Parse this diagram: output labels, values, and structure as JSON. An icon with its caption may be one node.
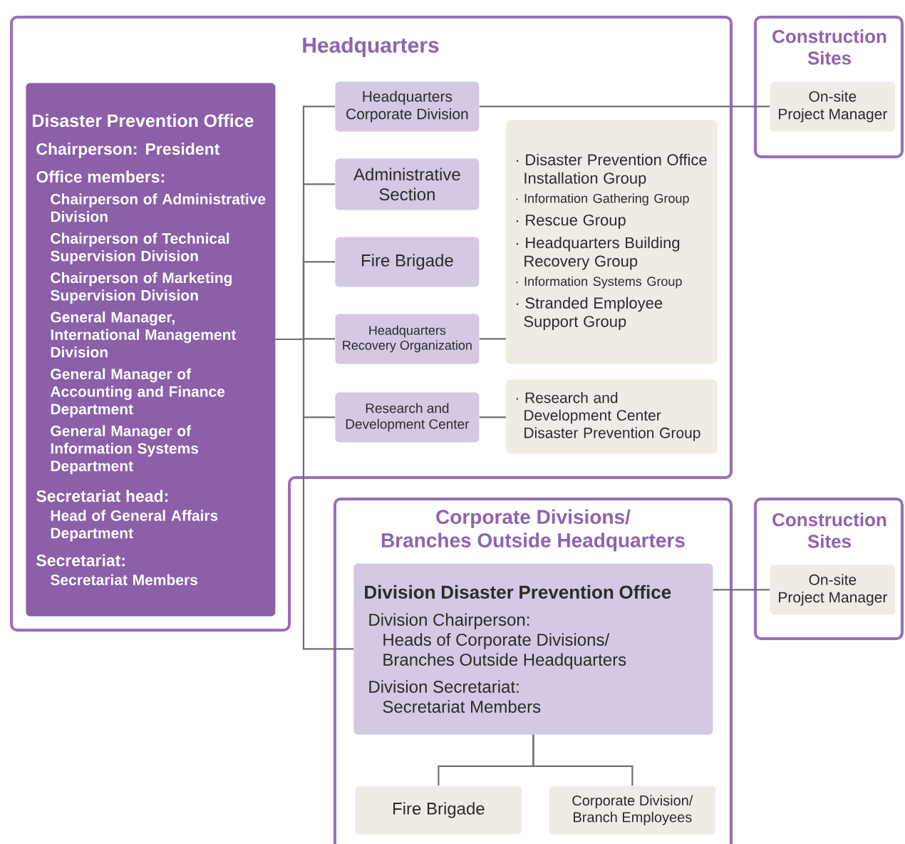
{
  "diagram": {
    "nodes": [
      {
        "text": [
          "Headquarters"
        ]
      },
      {
        "text": [
          "Disaster Prevention Office",
          "Chairperson: President",
          "Office members:",
          "Chairperson of Administrative Division",
          "Chairperson of Technical Supervision Division",
          "Chairperson of Marketing Supervision Division",
          "General Manager, International Management Division",
          "General Manager of Accounting and Finance Department",
          "General Manager of Information Systems Department",
          "Secretariat head:",
          "Head of General Affairs Department",
          "Secretariat:",
          "Secretariat Members"
        ],
        "in": 0
      },
      {
        "text": [
          "Headquarters Corporate Division"
        ],
        "in": 0
      },
      {
        "text": [
          "Administrative Section"
        ],
        "in": 0
      },
      {
        "text": [
          "Fire Brigade"
        ],
        "in": 0
      },
      {
        "text": [
          "Headquarters Recovery Organization"
        ],
        "in": 0
      },
      {
        "text": [
          "Research and Development Center"
        ],
        "in": 0
      },
      {
        "text": [
          "· Disaster Prevention Office Installation Group",
          "· Information Gathering Group",
          "· Rescue Group",
          "· Headquarters Building Recovery Group",
          "· Information Systems Group",
          "· Stranded Employee Support Group"
        ],
        "in": 0
      },
      {
        "text": [
          "· Research and Development Center Disaster Prevention Group"
        ],
        "in": 0
      },
      {
        "text": [
          "Construction Sites"
        ]
      },
      {
        "text": [
          "On-site Project Manager"
        ],
        "in": 9
      },
      {
        "text": [
          "Corporate Divisions/ Branches Outside Headquarters"
        ]
      },
      {
        "text": [
          "Division Disaster Prevention Office",
          "Division Chairperson:",
          "Heads of Corporate Divisions/ Branches Outside Headquarters",
          "Division Secretariat:",
          "Secretariat Members"
        ],
        "in": 11
      },
      {
        "text": [
          "Fire Brigade"
        ],
        "in": 11
      },
      {
        "text": [
          "Corporate Division/ Branch Employees"
        ],
        "in": 11
      },
      {
        "text": [
          "Construction Sites"
        ]
      },
      {
        "text": [
          "On-site Project Manager"
        ],
        "in": 15
      }
    ],
    "edges": [
      {
        "from": 1,
        "to": 2,
        "arrow": "none"
      },
      {
        "from": 1,
        "to": 3,
        "arrow": "none"
      },
      {
        "from": 1,
        "to": 4,
        "arrow": "none"
      },
      {
        "from": 1,
        "to": 5,
        "arrow": "none"
      },
      {
        "from": 1,
        "to": 6,
        "arrow": "none"
      },
      {
        "from": 1,
        "to": 12,
        "arrow": "none"
      },
      {
        "from": 2,
        "to": 10,
        "arrow": "none"
      },
      {
        "from": 5,
        "to": 7,
        "arrow": "none"
      },
      {
        "from": 6,
        "to": 8,
        "arrow": "none"
      },
      {
        "from": 12,
        "to": 16,
        "arrow": "none"
      },
      {
        "from": 12,
        "to": 13,
        "arrow": "none"
      },
      {
        "from": 12,
        "to": 14,
        "arrow": "none"
      }
    ]
  }
}
